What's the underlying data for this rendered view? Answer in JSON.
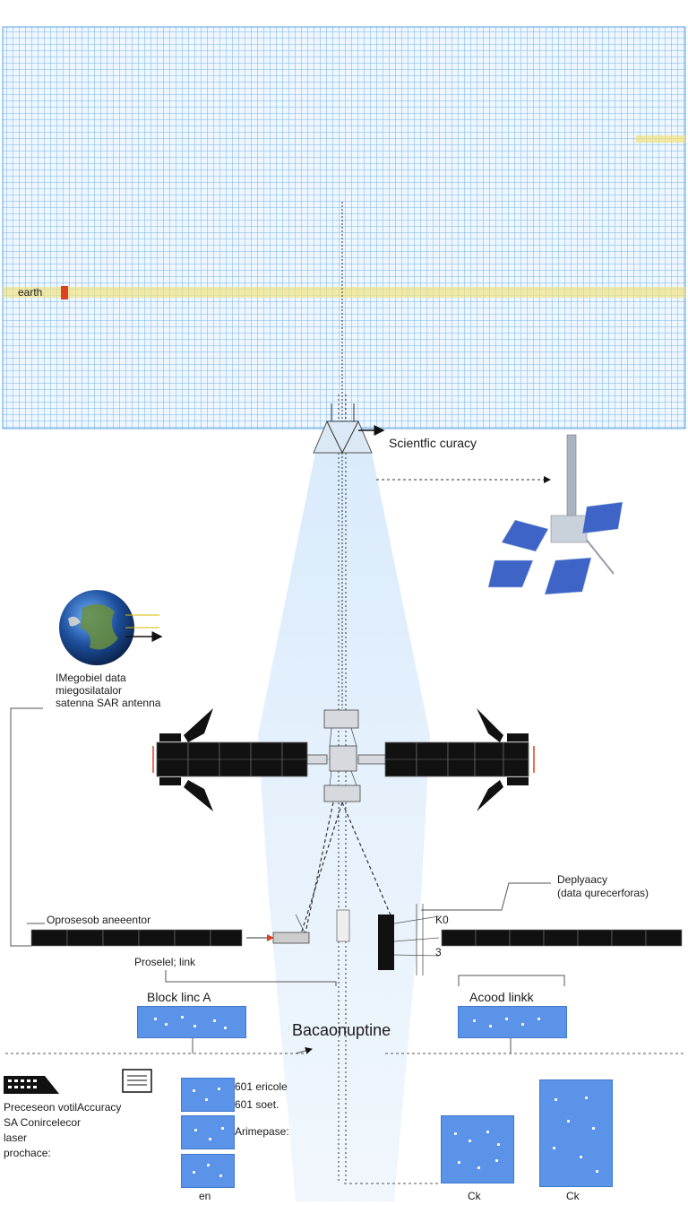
{
  "colors": {
    "grid_line": "#5aa0e0",
    "grid_bg": "#eef6ff",
    "beam": "#cfe3f6",
    "panel": "#111111",
    "block": "#5b93e8",
    "highlight": "#f3e27a",
    "marker": "#e0401f"
  },
  "grid": {
    "label": "earth"
  },
  "labels": {
    "scientific": "Scientfic curacy",
    "imagery": [
      "IMegobiel data",
      "miegosilatalor",
      "satenna SAR antenna"
    ],
    "deployment": [
      "Deplyaacy",
      "(data qurecerforas)"
    ],
    "processor": "Oprosesob aneeentor",
    "parallel_link": "Proselel; link",
    "block_a": "Block linc A",
    "acod_link": "Acood linkk",
    "backbone": "Bacaonuptine",
    "right_marks": [
      "K0",
      "3"
    ],
    "stats": [
      "601 ericole",
      "601 soet.",
      "Arimepase:"
    ],
    "processing": [
      "Preceseon votilAccuracy",
      "SA Conircelecor",
      "laser",
      "prochace:"
    ],
    "bottom": [
      "en",
      "Ck",
      "Ck"
    ]
  },
  "icons": [
    "earth-globe-icon",
    "satellite-icon",
    "solar-array-icon",
    "keyboard-icon",
    "document-icon",
    "arrow-icon"
  ]
}
